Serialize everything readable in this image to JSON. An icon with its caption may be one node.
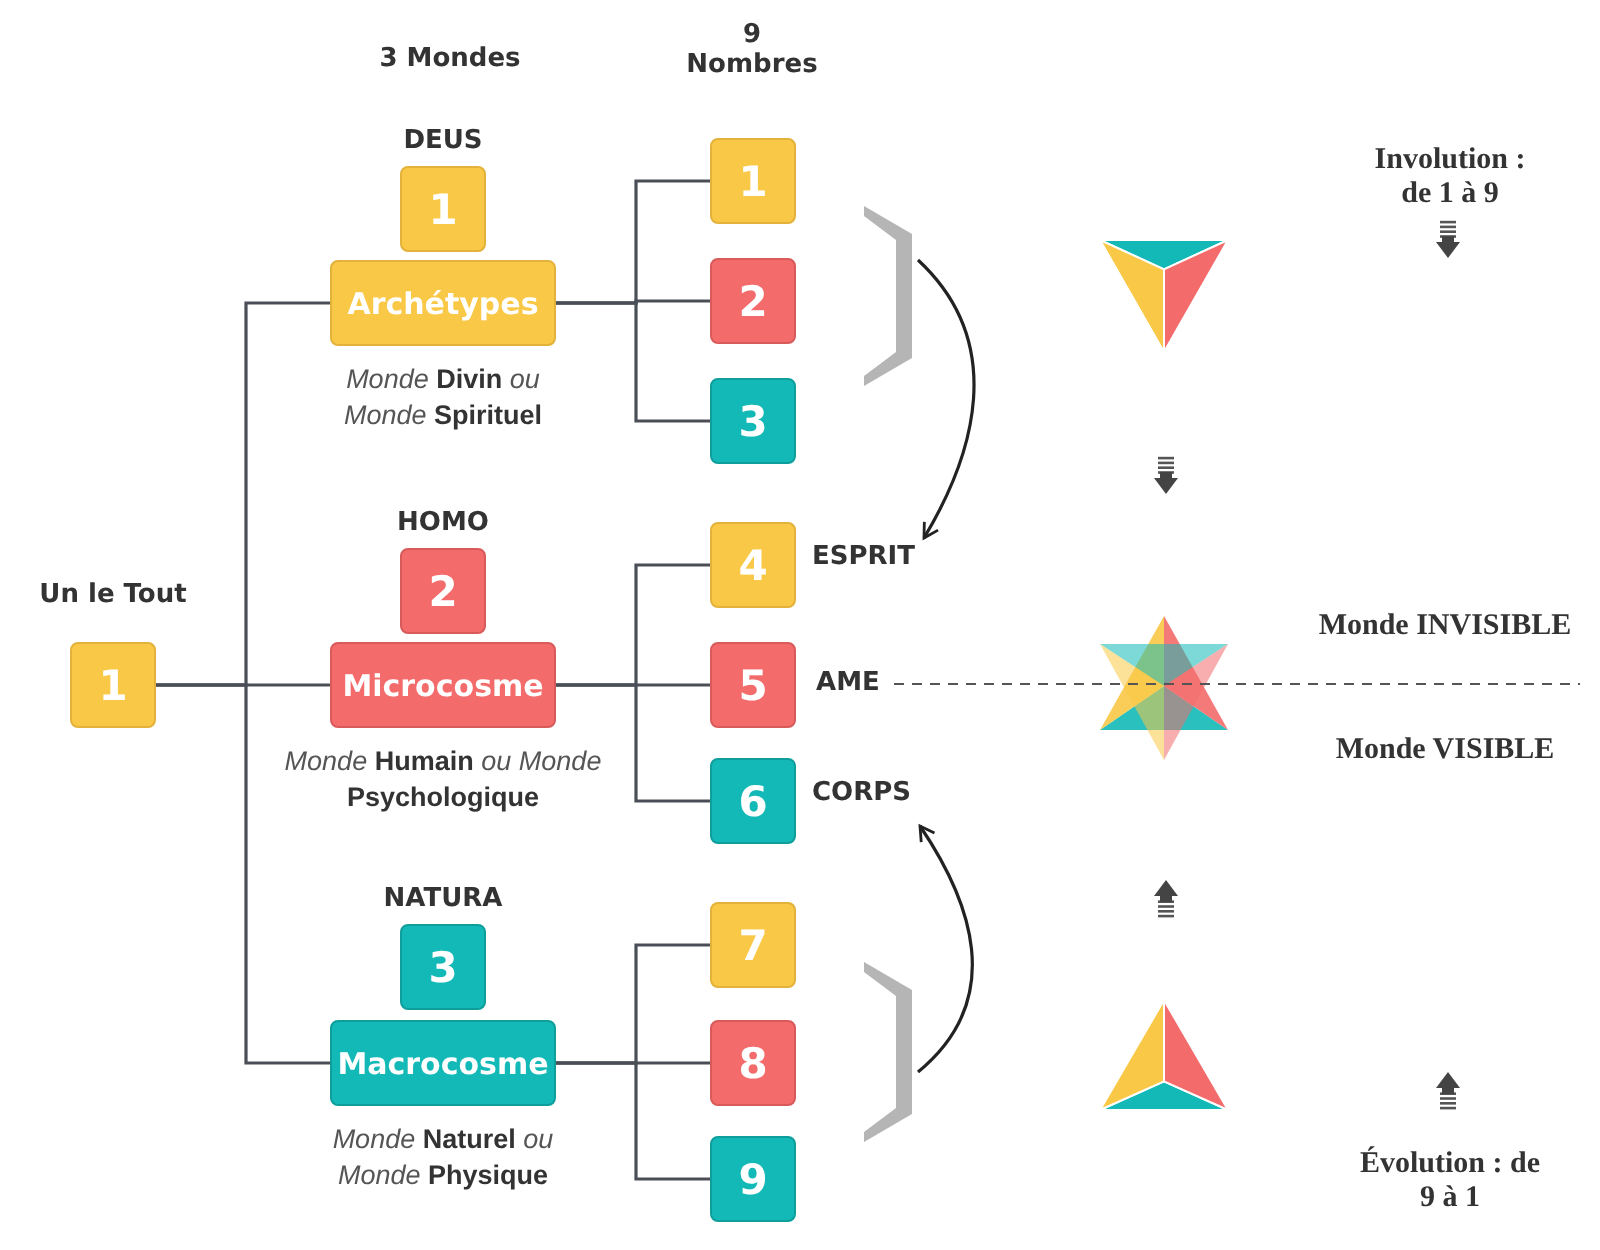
{
  "diagram": {
    "nodes": [
      {
        "text": [
          "Un le Tout",
          "1"
        ]
      },
      {
        "text": [
          "DEUS",
          "1"
        ]
      },
      {
        "text": [
          "Archétypes"
        ],
        "beside": [
          "*Monde* **Divin** *ou* *Monde* **Spirituel**"
        ]
      },
      {
        "text": [
          "HOMO",
          "2"
        ]
      },
      {
        "text": [
          "Microcosme"
        ],
        "beside": [
          "*Monde* **Humain** *ou* *Monde* **Psychologique**"
        ]
      },
      {
        "text": [
          "NATURA",
          "3"
        ]
      },
      {
        "text": [
          "Macrocosme"
        ],
        "beside": [
          "*Monde* **Naturel** *ou* *Monde* **Physique**"
        ]
      },
      {
        "text": [
          "1"
        ]
      },
      {
        "text": [
          "2"
        ]
      },
      {
        "text": [
          "3"
        ]
      },
      {
        "text": [
          "4"
        ]
      },
      {
        "text": [
          "5"
        ]
      },
      {
        "text": [
          "6"
        ]
      },
      {
        "text": [
          "7"
        ]
      },
      {
        "text": [
          "8"
        ]
      },
      {
        "text": [
          "9"
        ]
      },
      {
        "text": [
          "ESPRIT"
        ]
      },
      {
        "text": [
          "CORPS"
        ]
      },
      {
        "text": [],
        "shape": "bracket"
      },
      {
        "text": [],
        "shape": "bracket"
      }
    ],
    "edges": [
      {
        "from": 0,
        "to": 2,
        "arrow": "none"
      },
      {
        "from": 0,
        "to": 4,
        "arrow": "none"
      },
      {
        "from": 0,
        "to": 6,
        "arrow": "none"
      },
      {
        "from": 2,
        "to": 7,
        "arrow": "none"
      },
      {
        "from": 2,
        "to": 8,
        "arrow": "none"
      },
      {
        "from": 2,
        "to": 9,
        "arrow": "none"
      },
      {
        "from": 4,
        "to": 10,
        "arrow": "none"
      },
      {
        "from": 4,
        "to": 11,
        "arrow": "none"
      },
      {
        "from": 4,
        "to": 12,
        "arrow": "none"
      },
      {
        "from": 6,
        "to": 13,
        "arrow": "none"
      },
      {
        "from": 6,
        "to": 14,
        "arrow": "none"
      },
      {
        "from": 6,
        "to": 15,
        "arrow": "none"
      },
      {
        "from": 18,
        "to": 16,
        "arrow": "to"
      },
      {
        "from": 19,
        "to": 17,
        "arrow": "to"
      }
    ],
    "labels": [
      "3 Mondes",
      "9 Nombres",
      "Involution : de 1 à 9",
      "Monde INVISIBLE",
      "AME",
      "Monde VISIBLE",
      "Évolution : de 9 à 1"
    ]
  }
}
